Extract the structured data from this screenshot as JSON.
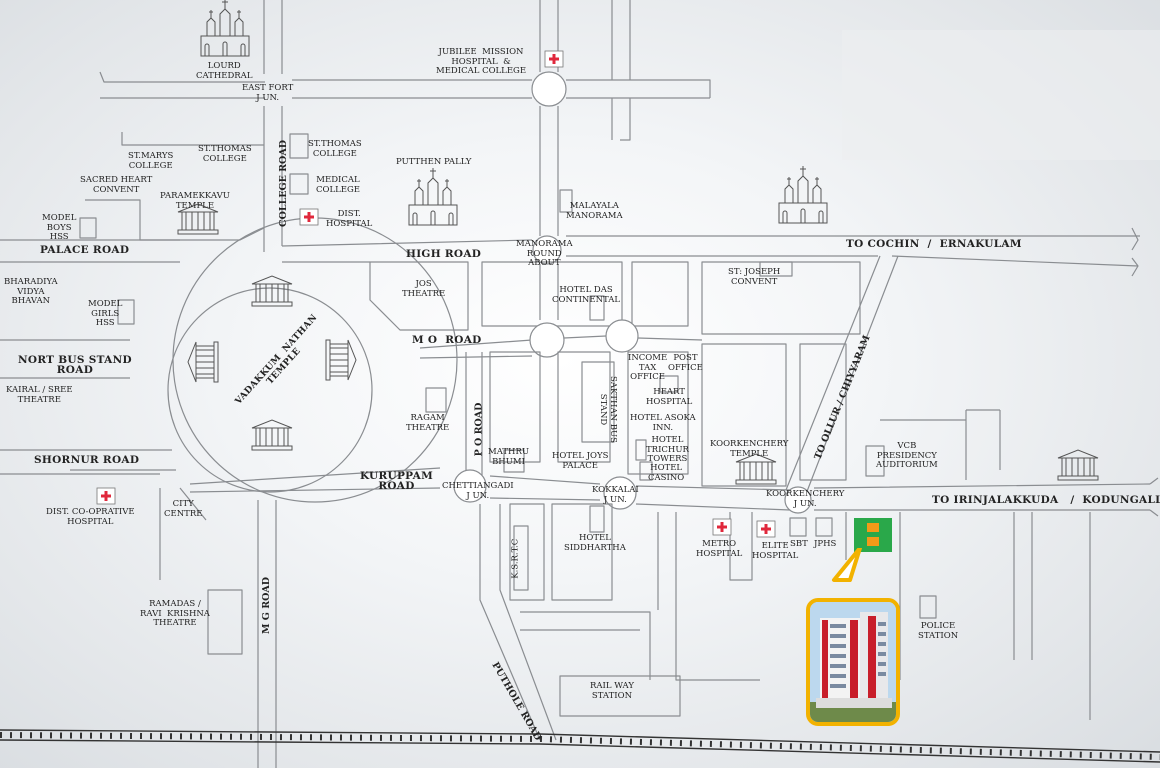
{
  "map": {
    "landmarks": {
      "lourd_cathedral": "LOURD\nCATHEDRAL",
      "east_fort": "EAST FORT\nJ UN.",
      "jubilee": "JUBILEE  MISSION\nHOSPITAL  &\nMEDICAL COLLEGE",
      "st_thomas_college_top": "ST.THOMAS\nCOLLEGE",
      "st_marys": "ST.MARYS\nCOLLEGE",
      "st_thomas_college_left": "ST.THOMAS\nCOLLEGE",
      "putthen_pally": "PUTTHEN PALLY",
      "sacred_heart": "SACRED HEART\nCONVENT",
      "paramekkavu": "PARAMEKKAVU\nTEMPLE",
      "medical_college": "MEDICAL\nCOLLEGE",
      "malayala_manorama": "MALAYALA\nMANORAMA",
      "model_boys": "MODEL\nBOYS\nHSS",
      "dist_hospital": "DIST.\nHOSPITAL",
      "manorama_roundabout": "MANORAMA\nROUND\nABOUT",
      "st_joseph": "ST: JOSEPH\nCONVENT",
      "bharadiya": "BHARADIYA\nVIDYA\nBHAVAN",
      "jos_theatre": "JOS\nTHEATRE",
      "hotel_das": "HOTEL DAS\nCONTINENTAL",
      "model_girls": "MODEL\nGIRLS\nHSS",
      "income_tax": "INCOME\nTAX\nOFFICE",
      "post_office": "POST\nOFFICE",
      "sakthan": "SAKTHAN BUS\nSTAND",
      "heart_hospital": "HEART\nHOSPITAL",
      "kairal": "KAIRAL / SREE\nTHEATRE",
      "hotel_asoka": "HOTEL ASOKA\nINN.",
      "ragam": "RAGAM\nTHEATRE",
      "hotel_trichur": "HOTEL\nTRICHUR\nTOWERS",
      "koorkenchery_temple": "KOORKENCHERY\nTEMPLE",
      "vcb": "VCB\nPRESIDENCY\nAUDITORIUM",
      "mathru_bhumi": "MATHRU\nBHUMI",
      "hotel_joys": "HOTEL JOYS\nPALACE",
      "hotel_casino": "HOTEL\nCASINO",
      "chettiangadi": "CHETTIANGADI\nJ UN.",
      "kokkalai": "KOKKALAI\nJ UN.",
      "koorkenchery_jun": "KOORKENCHERY\nJ UN.",
      "dist_cooperative": "DIST. CO-OPRATIVE\nHOSPITAL",
      "city_centre": "CITY\nCENTRE",
      "hotel_siddhartha": "HOTEL\nSIDDHARTHA",
      "ksrtc": "K.S.R.T.C",
      "metro": "METRO\nHOSPITAL",
      "elite": "ELITE\nHOSPITAL",
      "sbt": "SBT",
      "jphs": "JPHS",
      "ramadas": "RAMADAS /\nRAVI  KRISHNA\nTHEATRE",
      "police": "POLICE\nSTATION",
      "railway": "RAIL WAY\nSTATION"
    },
    "roads": {
      "palace_road": "PALACE ROAD",
      "high_road": "HIGH ROAD",
      "to_cochin": "TO COCHIN  /  ERNAKULAM",
      "college_road": "COLLEGE ROAD",
      "mo_road": "M O  ROAD",
      "nort_bus_stand": "NORT BUS STAND\nROAD",
      "shornur_road": "SHORNUR ROAD",
      "kuruppam_road": "KURUPPAM\nROAD",
      "po_road": "P O ROAD",
      "vadakkum_nathan": "VADAKKUM  NATHAN\nTEMPLE",
      "to_ollur": "TO OLLUR / CHIYYARAM",
      "to_irinjalakkuda": "TO IRINJALAKKUDA   /  KODUNGALLURE",
      "mg_road": "M G ROAD",
      "puthole_road": "PUTHOLE ROAD"
    },
    "colors": {
      "marker_green": "#2aa84a",
      "marker_orange": "#f49a18",
      "card_border": "#f2b200",
      "hospital_cross": "#e0283c"
    }
  }
}
